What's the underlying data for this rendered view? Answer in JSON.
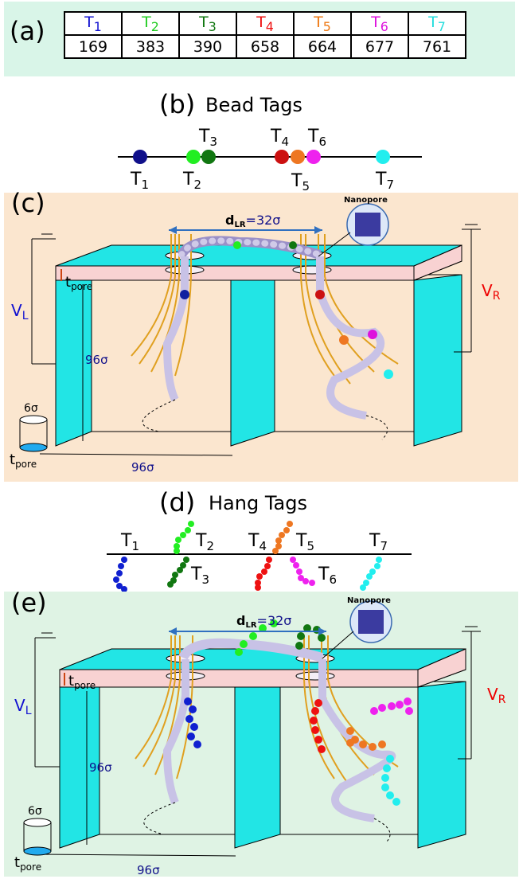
{
  "panel_a": {
    "label": "(a)",
    "tags": [
      {
        "name": "T",
        "sub": "1",
        "value": "169",
        "color": "#1010d0"
      },
      {
        "name": "T",
        "sub": "2",
        "value": "383",
        "color": "#22cc22"
      },
      {
        "name": "T",
        "sub": "3",
        "value": "390",
        "color": "#117711"
      },
      {
        "name": "T",
        "sub": "4",
        "value": "658",
        "color": "#ee1111"
      },
      {
        "name": "T",
        "sub": "5",
        "value": "664",
        "color": "#ee7711"
      },
      {
        "name": "T",
        "sub": "6",
        "value": "677",
        "color": "#dd11dd"
      },
      {
        "name": "T",
        "sub": "7",
        "value": "761",
        "color": "#22dddd"
      }
    ]
  },
  "panel_b": {
    "label": "(b)",
    "title": "Bead Tags",
    "tags": [
      {
        "name": "T",
        "sub": "1"
      },
      {
        "name": "T",
        "sub": "2"
      },
      {
        "name": "T",
        "sub": "3"
      },
      {
        "name": "T",
        "sub": "4"
      },
      {
        "name": "T",
        "sub": "5"
      },
      {
        "name": "T",
        "sub": "6"
      },
      {
        "name": "T",
        "sub": "7"
      }
    ]
  },
  "panel_c": {
    "label": "(c)",
    "d_lr": "d",
    "d_lr_sub": "LR",
    "d_lr_value": "=32σ",
    "nanopore": "Nanopore",
    "t_pore": "t",
    "t_pore_sub": "pore",
    "v_left": "V",
    "v_left_sub": "L",
    "v_right": "V",
    "v_right_sub": "R",
    "height": "96σ",
    "width": "96σ",
    "pore_diameter": "6σ"
  },
  "panel_d": {
    "label": "(d)",
    "title": "Hang Tags"
  },
  "panel_e": {
    "label": "(e)",
    "d_lr": "d",
    "d_lr_sub": "LR",
    "d_lr_value": "=32σ",
    "nanopore": "Nanopore",
    "t_pore": "t",
    "t_pore_sub": "pore",
    "v_left": "V",
    "v_left_sub": "L",
    "v_right": "V",
    "v_right_sub": "R",
    "height": "96σ",
    "width": "96σ",
    "pore_diameter": "6σ"
  },
  "colors": {
    "panel_a_bg": "#d9f5e8",
    "panel_c_bg": "#fbe6cf",
    "panel_e_bg": "#dff3e4",
    "cyan": "#22e5e5",
    "blue_plate": "#5b7fd0",
    "pink_gap": "#f8d2d2",
    "bead": "#c8c2e6",
    "fiber": "#e0a020"
  }
}
